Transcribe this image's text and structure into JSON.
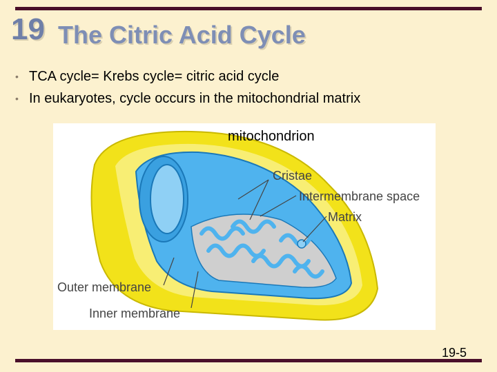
{
  "slide": {
    "chapter": "19",
    "title": "The Citric Acid Cycle",
    "bullets": [
      "TCA cycle= Krebs cycle= citric acid cycle",
      "In eukaryotes, cycle occurs in the mitochondrial matrix"
    ],
    "slide_number": "19-5"
  },
  "figure": {
    "caption": "mitochondrion",
    "labels": {
      "cristae": "Cristae",
      "intermembrane_space": "Intermembrane space",
      "matrix": "Matrix",
      "outer_membrane": "Outer membrane",
      "inner_membrane": "Inner membrane"
    }
  },
  "colors": {
    "background": "#fcf1cf",
    "rule": "#4a0f2a",
    "title": "#7e8eb5",
    "outer_membrane": "#f2e21a",
    "inner_membrane": "#3aa0e0"
  }
}
